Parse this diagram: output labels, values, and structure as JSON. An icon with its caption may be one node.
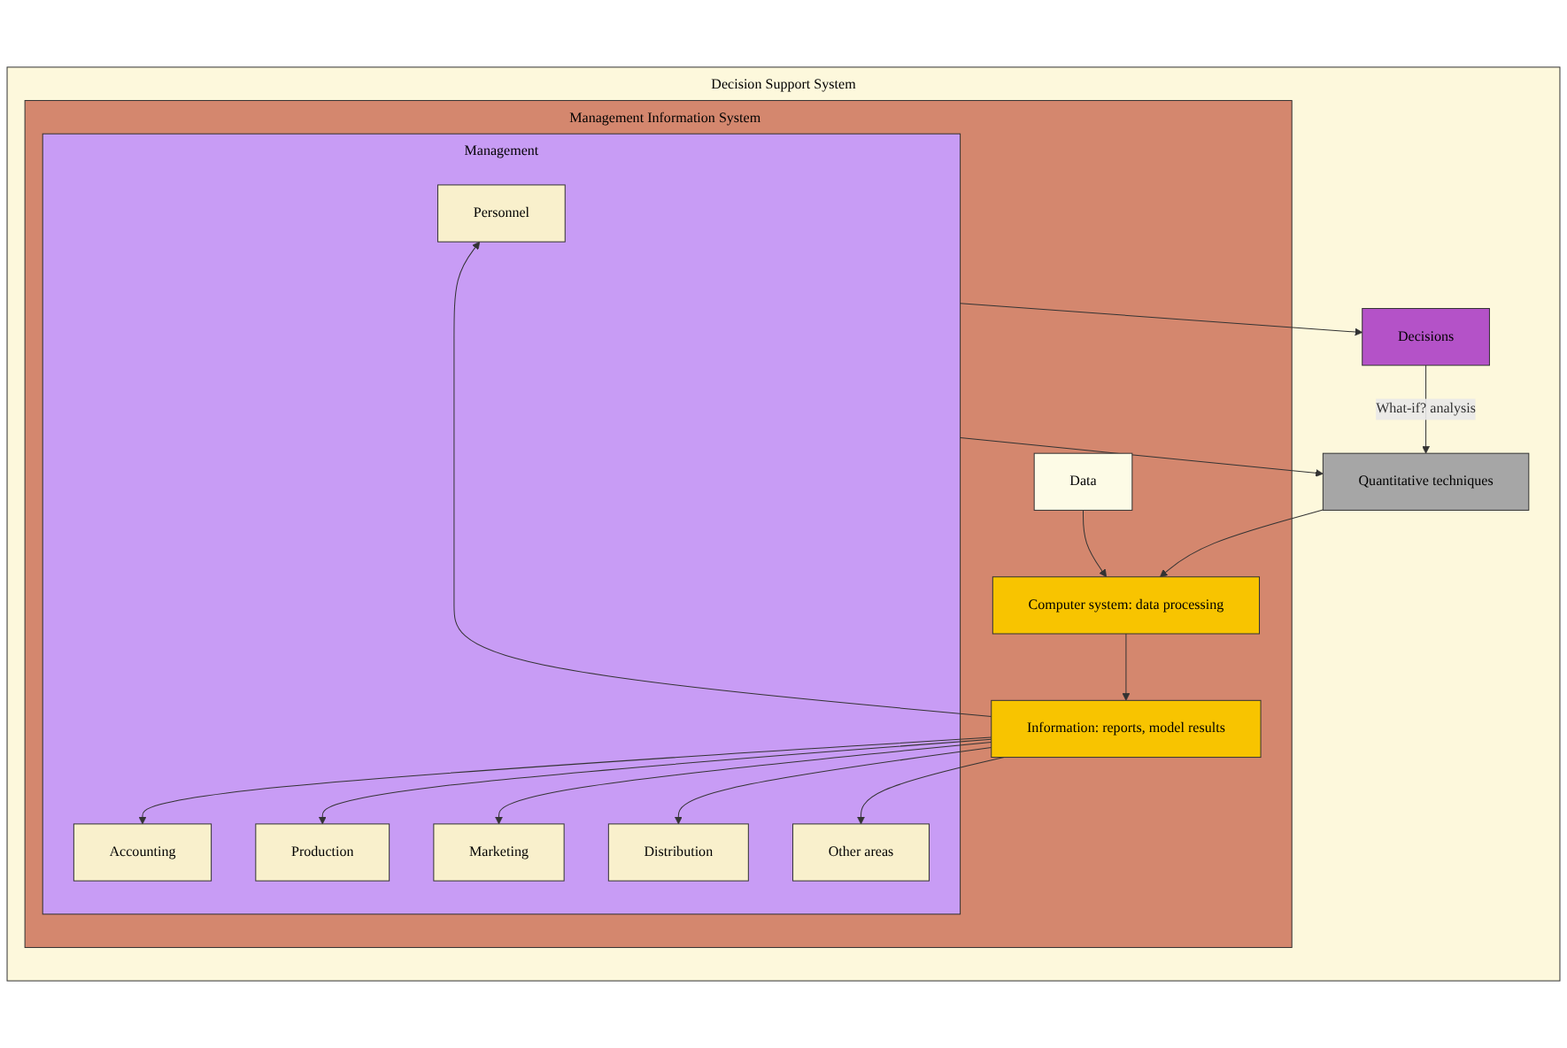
{
  "diagram": {
    "nodes": [
      {
        "text": [
          "Decision Support System"
        ]
      },
      {
        "text": [
          "Management Information System"
        ],
        "in": 0
      },
      {
        "text": [
          "Data"
        ],
        "in": 1
      },
      {
        "text": [
          "Computer system: data processing"
        ],
        "in": 1
      },
      {
        "text": [
          "Information: reports, model results"
        ],
        "in": 1
      },
      {
        "text": [
          "Management"
        ],
        "in": 1
      },
      {
        "text": [
          "Personnel"
        ],
        "in": 5
      },
      {
        "text": [
          "Accounting"
        ],
        "in": 5
      },
      {
        "text": [
          "Production"
        ],
        "in": 5
      },
      {
        "text": [
          "Marketing"
        ],
        "in": 5
      },
      {
        "text": [
          "Distribution"
        ],
        "in": 5
      },
      {
        "text": [
          "Other areas"
        ],
        "in": 5
      },
      {
        "text": [
          "Decisions"
        ],
        "in": 0
      },
      {
        "text": [
          "Quantitative techniques"
        ],
        "in": 0
      }
    ],
    "edges": [
      {
        "from": 2,
        "to": 3,
        "arrow": "to"
      },
      {
        "from": 3,
        "to": 4,
        "arrow": "to"
      },
      {
        "from": 4,
        "to": 6,
        "arrow": "to"
      },
      {
        "from": 4,
        "to": 7,
        "arrow": "to"
      },
      {
        "from": 4,
        "to": 8,
        "arrow": "to"
      },
      {
        "from": 4,
        "to": 9,
        "arrow": "to"
      },
      {
        "from": 4,
        "to": 10,
        "arrow": "to"
      },
      {
        "from": 4,
        "to": 11,
        "arrow": "to"
      },
      {
        "from": 5,
        "to": 12,
        "arrow": "to"
      },
      {
        "from": 5,
        "to": 13,
        "arrow": "to"
      },
      {
        "from": 12,
        "to": 13,
        "label": "What-if? analysis",
        "arrow": "to"
      },
      {
        "from": 13,
        "to": 3,
        "arrow": "to"
      }
    ]
  }
}
